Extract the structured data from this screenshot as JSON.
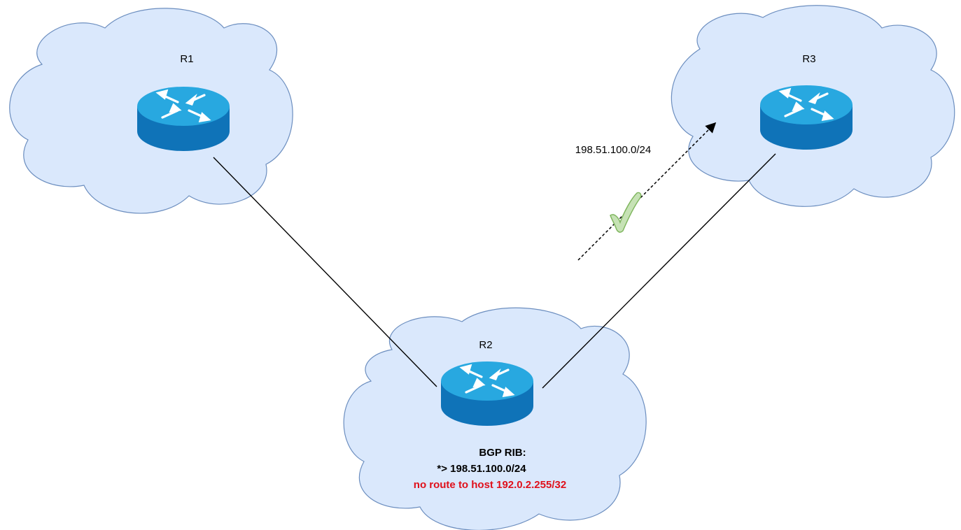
{
  "nodes": {
    "r1": {
      "label": "R1"
    },
    "r2": {
      "label": "R2"
    },
    "r3": {
      "label": "R3"
    }
  },
  "advertisement": {
    "prefix": "198.51.100.0/24",
    "status_icon": "checkmark-icon"
  },
  "rib": {
    "title": "BGP RIB:",
    "entry": "*> 198.51.100.0/24",
    "error": "no route to host 192.0.2.255/32"
  },
  "colors": {
    "cloud_fill": "#dae8fc",
    "cloud_stroke": "#6c8ebf",
    "router_top": "#28a8e0",
    "router_side": "#0f73b8",
    "link": "#000000",
    "check": "#a8d08d",
    "error_text": "#e0101b"
  }
}
